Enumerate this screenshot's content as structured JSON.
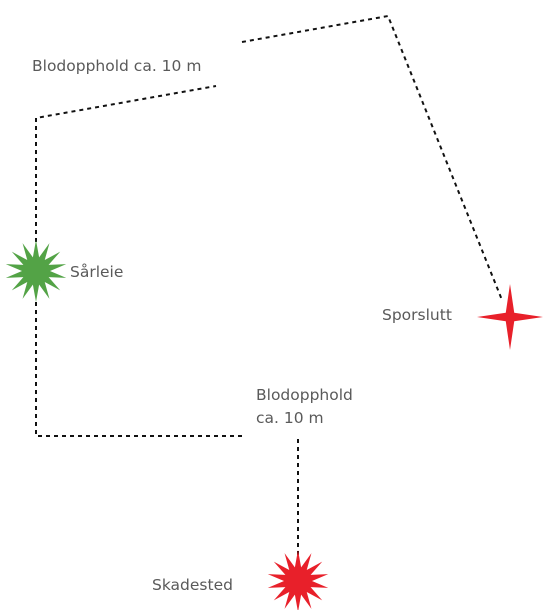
{
  "labels": {
    "stop_top": "Blodopphold ca. 10 m",
    "wound_bed": "Sårleie",
    "trail_end": "Sporslutt",
    "stop_bottom_line1": "Blodopphold",
    "stop_bottom_line2": "ca. 10 m",
    "shot_site": "Skadested"
  },
  "markers": [
    {
      "name": "wound-bed-marker",
      "shape": "burst",
      "color": "#53a346"
    },
    {
      "name": "trail-end-marker",
      "shape": "four-point-star",
      "color": "#e8202a"
    },
    {
      "name": "shot-site-marker",
      "shape": "burst",
      "color": "#e8202a"
    }
  ],
  "colors": {
    "trail": "#111111",
    "text": "#5a5a5a",
    "wound_bed": "#53a346",
    "shot_site": "#e8202a",
    "trail_end": "#e8202a"
  }
}
